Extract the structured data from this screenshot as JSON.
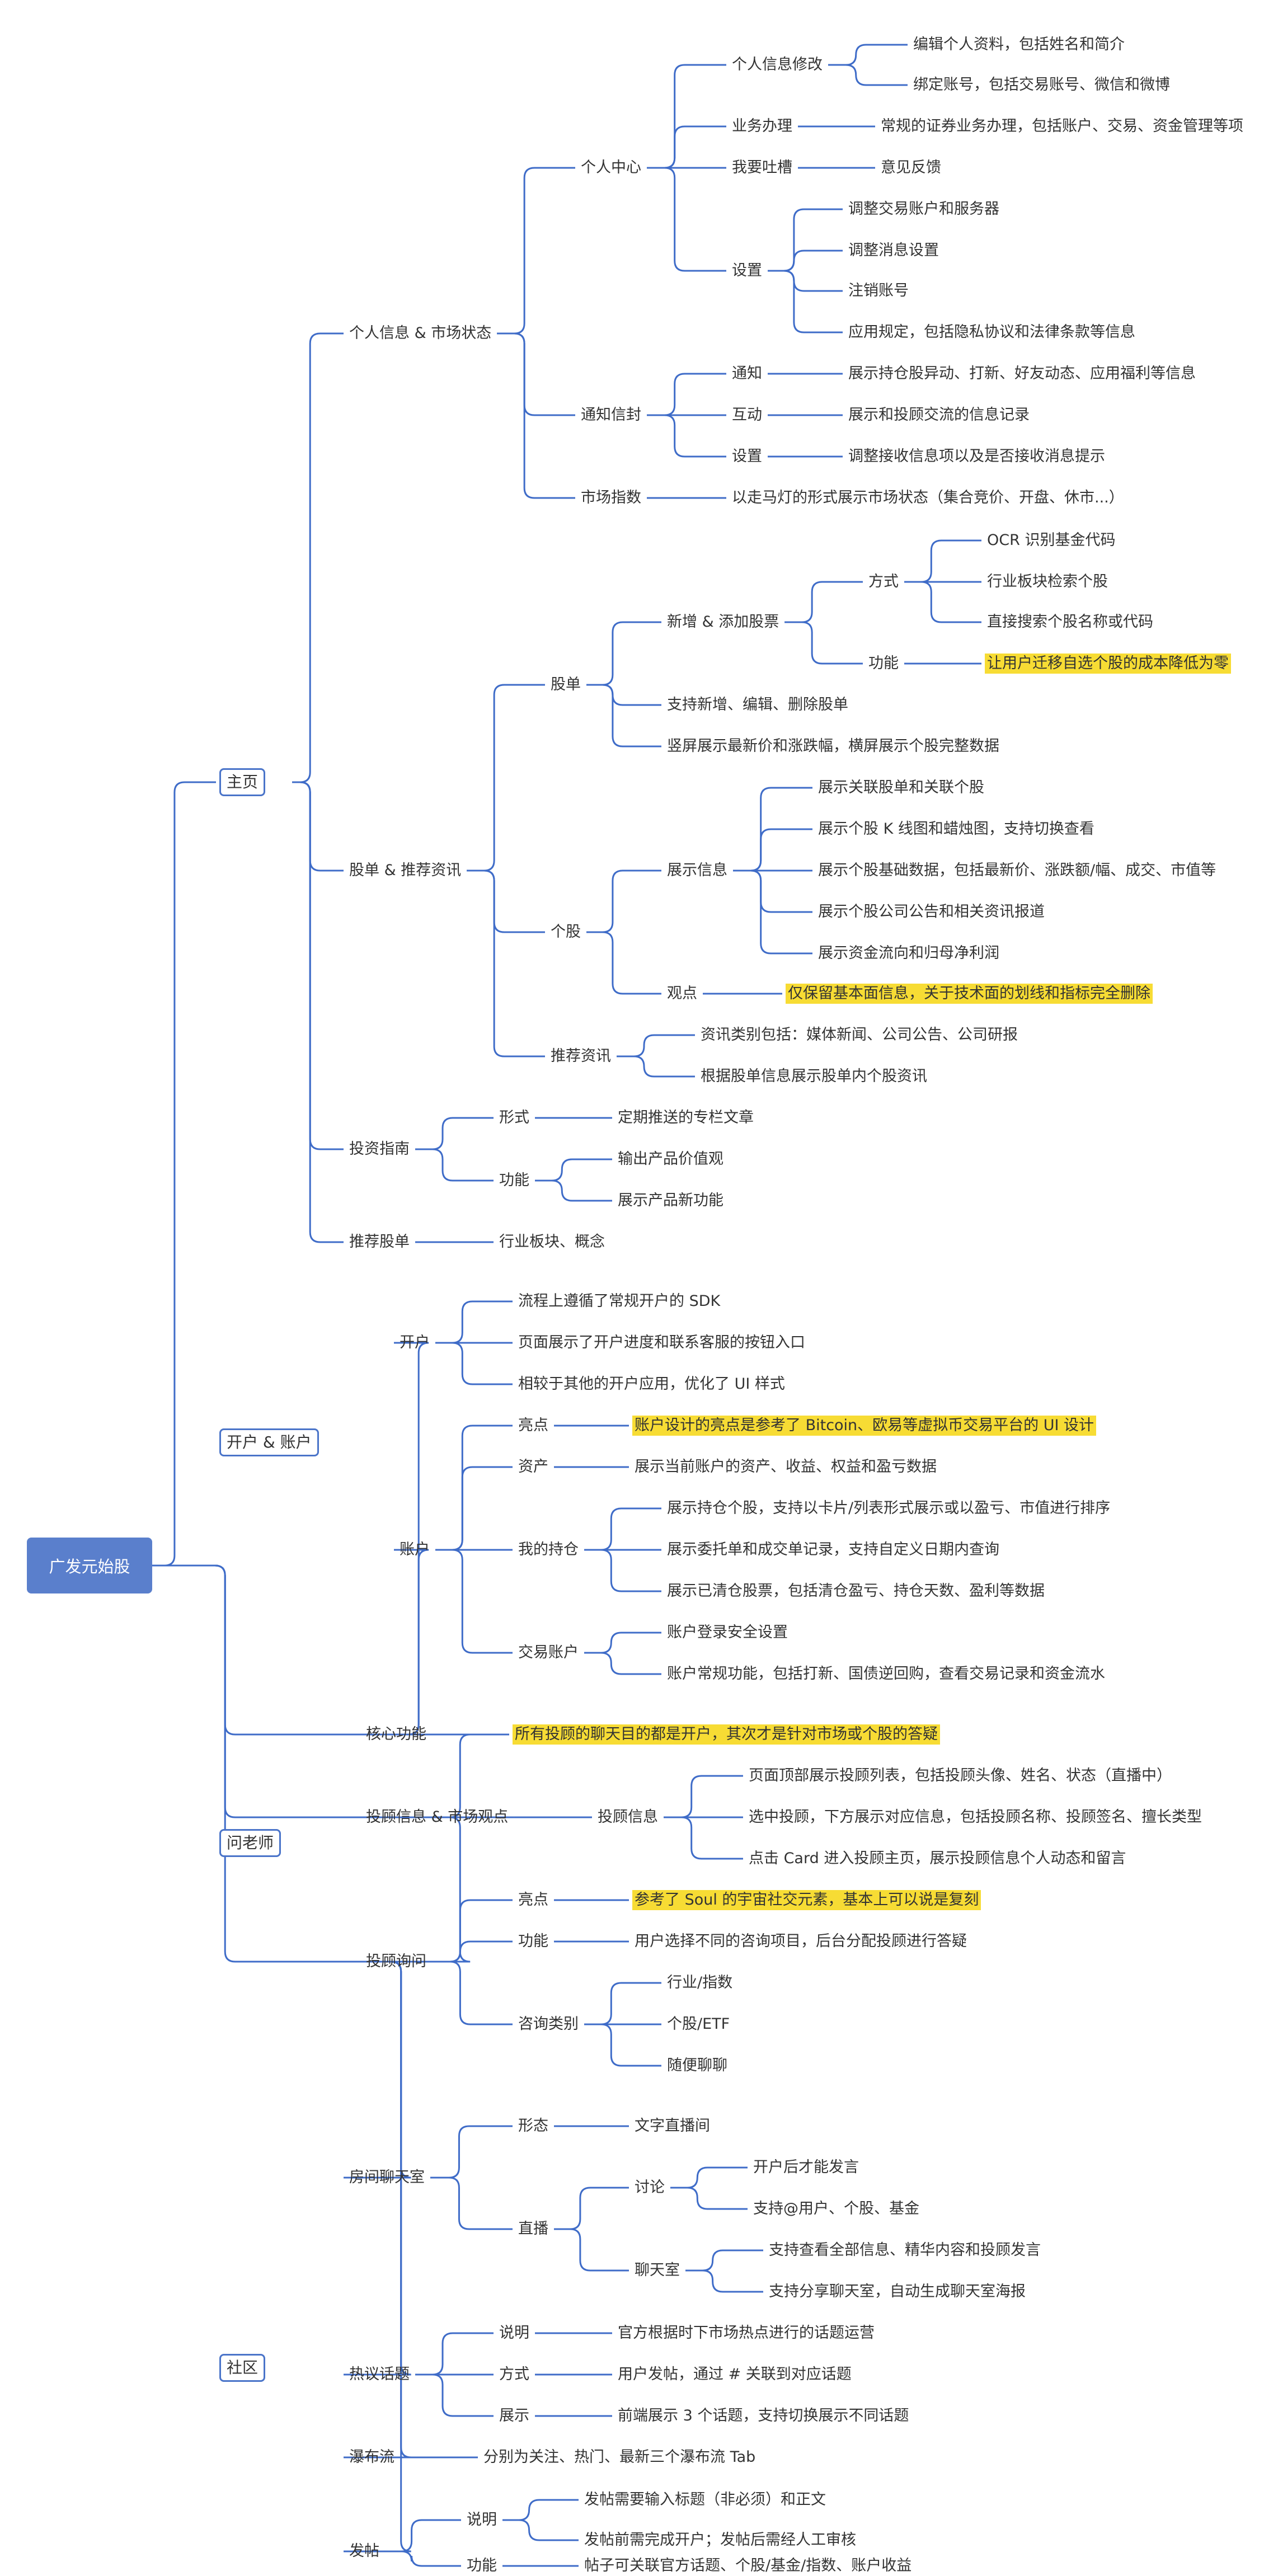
{
  "colors": {
    "root_fill": "#5a7fcc",
    "line": "#3f6cc8",
    "highlight": "#f7dc34"
  },
  "root": "广发元始股",
  "categories": [
    "主页",
    "开户 & 账户",
    "问老师",
    "社区"
  ],
  "nodes": {
    "a1": "个人信息 & 市场状态",
    "a1b1": "个人中心",
    "a1b1c1": "个人信息修改",
    "a1b1c1d1": "编辑个人资料，包括姓名和简介",
    "a1b1c1d2": "绑定账号，包括交易账号、微信和微博",
    "a1b1c2": "业务办理",
    "a1b1c2d1": "常规的证券业务办理，包括账户、交易、资金管理等项",
    "a1b1c3": "我要吐槽",
    "a1b1c3d1": "意见反馈",
    "a1b1c4": "设置",
    "a1b1c4d1": "调整交易账户和服务器",
    "a1b1c4d2": "调整消息设置",
    "a1b1c4d3": "注销账号",
    "a1b1c4d4": "应用规定，包括隐私协议和法律条款等信息",
    "a1b2": "通知信封",
    "a1b2c1": "通知",
    "a1b2c1d1": "展示持仓股异动、打新、好友动态、应用福利等信息",
    "a1b2c2": "互动",
    "a1b2c2d1": "展示和投顾交流的信息记录",
    "a1b2c3": "设置",
    "a1b2c3d1": "调整接收信息项以及是否接收消息提示",
    "a1b3": "市场指数",
    "a1b3c1": "以走马灯的形式展示市场状态（集合竞价、开盘、休市...）",
    "a2": "股单 & 推荐资讯",
    "a2b1": "股单",
    "a2b1c1": "新增 & 添加股票",
    "a2b1c1d1": "方式",
    "a2b1c1d1e1": "OCR 识别基金代码",
    "a2b1c1d1e2": "行业板块检索个股",
    "a2b1c1d1e3": "直接搜索个股名称或代码",
    "a2b1c1d2": "功能",
    "a2b1c1d2e1": "让用户迁移自选个股的成本降低为零",
    "a2b1c2": "支持新增、编辑、删除股单",
    "a2b1c3": "竖屏展示最新价和涨跌幅，横屏展示个股完整数据",
    "a2b2": "个股",
    "a2b2c1": "展示信息",
    "a2b2c1d1": "展示关联股单和关联个股",
    "a2b2c1d2": "展示个股 K 线图和蜡烛图，支持切换查看",
    "a2b2c1d3": "展示个股基础数据，包括最新价、涨跌额/幅、成交、市值等",
    "a2b2c1d4": "展示个股公司公告和相关资讯报道",
    "a2b2c1d5": "展示资金流向和归母净利润",
    "a2b2c2": "观点",
    "a2b2c2d1": "仅保留基本面信息，关于技术面的划线和指标完全删除",
    "a2b3": "推荐资讯",
    "a2b3c1": "资讯类别包括：媒体新闻、公司公告、公司研报",
    "a2b3c2": "根据股单信息展示股单内个股资讯",
    "a3": "投资指南",
    "a3b1": "形式",
    "a3b1c1": "定期推送的专栏文章",
    "a3b2": "功能",
    "a3b2c1": "输出产品价值观",
    "a3b2c2": "展示产品新功能",
    "a4": "推荐股单",
    "a4b1": "行业板块、概念",
    "b1": "开户",
    "b1c1": "流程上遵循了常规开户的 SDK",
    "b1c2": "页面展示了开户进度和联系客服的按钮入口",
    "b1c3": "相较于其他的开户应用，优化了 UI 样式",
    "b2": "账户",
    "b2c1": "亮点",
    "b2c1d1": "账户设计的亮点是参考了 Bitcoin、欧易等虚拟币交易平台的 UI 设计",
    "b2c2": "资产",
    "b2c2d1": "展示当前账户的资产、收益、权益和盈亏数据",
    "b2c3": "我的持仓",
    "b2c3d1": "展示持仓个股，支持以卡片/列表形式展示或以盈亏、市值进行排序",
    "b2c3d2": "展示委托单和成交单记录，支持自定义日期内查询",
    "b2c3d3": "展示已清仓股票，包括清仓盈亏、持仓天数、盈利等数据",
    "b2c4": "交易账户",
    "b2c4d1": "账户登录安全设置",
    "b2c4d2": "账户常规功能，包括打新、国债逆回购，查看交易记录和资金流水",
    "c1": "核心功能",
    "c1d1": "所有投顾的聊天目的都是开户，其次才是针对市场或个股的答疑",
    "c2": "投顾信息 & 市场观点",
    "c2d1": "投顾信息",
    "c2d1e1": "页面顶部展示投顾列表，包括投顾头像、姓名、状态（直播中）",
    "c2d1e2": "选中投顾，下方展示对应信息，包括投顾名称、投顾签名、擅长类型",
    "c2d1e3": "点击 Card 进入投顾主页，展示投顾信息个人动态和留言",
    "c3": "投顾询问",
    "c3d1": "亮点",
    "c3d1e1": "参考了 Soul 的宇宙社交元素，基本上可以说是复刻",
    "c3d2": "功能",
    "c3d2e1": "用户选择不同的咨询项目，后台分配投顾进行答疑",
    "c3d3": "咨询类别",
    "c3d3e1": "行业/指数",
    "c3d3e2": "个股/ETF",
    "c3d3e3": "随便聊聊",
    "d1": "房间聊天室",
    "d1b1": "形态",
    "d1b1c1": "文字直播间",
    "d1b2": "直播",
    "d1b2c1": "讨论",
    "d1b2c1d1": "开户后才能发言",
    "d1b2c1d2": "支持@用户、个股、基金",
    "d1b2c2": "聊天室",
    "d1b2c2d1": "支持查看全部信息、精华内容和投顾发言",
    "d1b2c2d2": "支持分享聊天室，自动生成聊天室海报",
    "d2": "热议话题",
    "d2b1": "说明",
    "d2b1c1": "官方根据时下市场热点进行的话题运营",
    "d2b2": "方式",
    "d2b2c1": "用户发帖，通过 # 关联到对应话题",
    "d2b3": "展示",
    "d2b3c1": "前端展示 3 个话题，支持切换展示不同话题",
    "d3": "瀑布流",
    "d3b1": "分别为关注、热门、最新三个瀑布流 Tab",
    "d4": "发帖",
    "d4b1": "说明",
    "d4b1c1": "发帖需要输入标题（非必须）和正文",
    "d4b1c2": "发帖前需完成开户；发帖后需经人工审核",
    "d4b2": "功能",
    "d4b2c1": "帖子可关联官方话题、个股/基金/指数、账户收益"
  }
}
